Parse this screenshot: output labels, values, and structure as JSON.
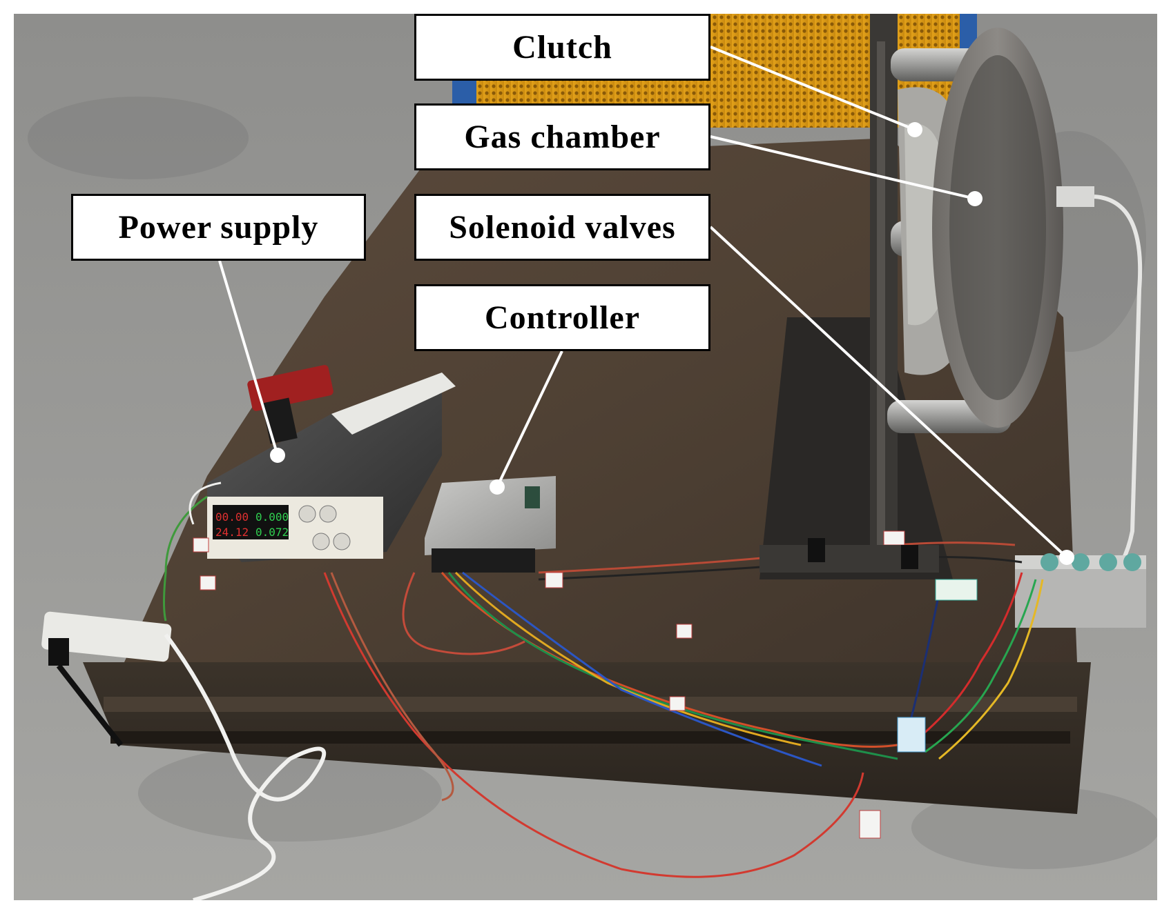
{
  "figure": {
    "labels": {
      "clutch": "Clutch",
      "gas_chamber": "Gas chamber",
      "solenoid_valves": "Solenoid valves",
      "controller": "Controller",
      "power_supply": "Power supply"
    },
    "power_supply_display": {
      "row1_left": "00.00",
      "row1_right": "0.000",
      "row2_left": "24.12",
      "row2_right": "0.072"
    }
  }
}
